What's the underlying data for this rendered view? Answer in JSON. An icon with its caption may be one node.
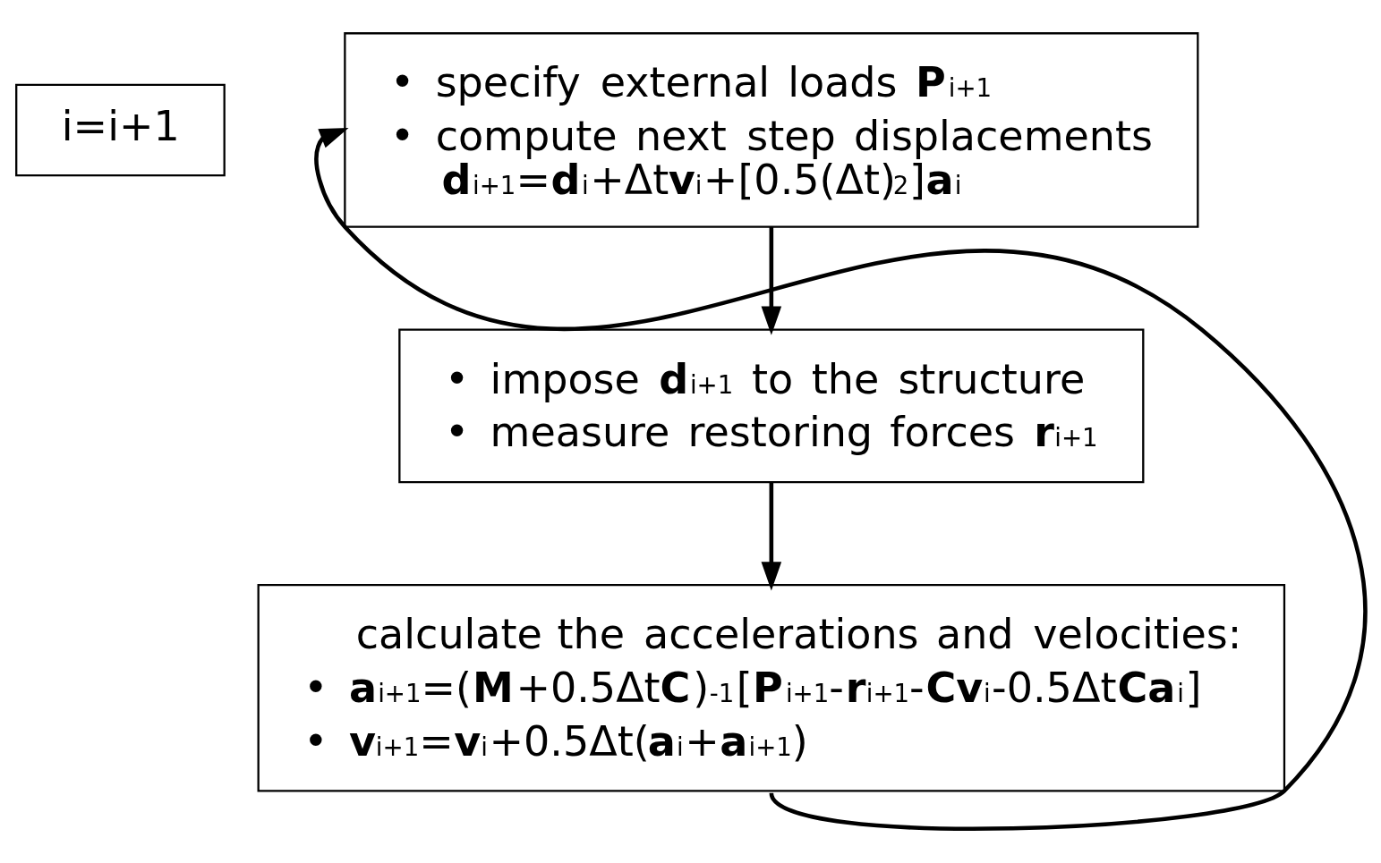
{
  "diagram": {
    "nodes": [
      {
        "text": [
          "• specify external loads **P**$_{i+1}$",
          "• compute next step displacements",
          "**d**$_{i+1}$=**d**$_{i}$+Δt**v**$_{i}$+[0.5(Δt)$^{2}$]**a**$_{i}$"
        ]
      },
      {
        "text": [
          "• impose **d**$_{i+1}$ to the structure",
          "• measure restoring forces **r**$_{i+1}$"
        ]
      },
      {
        "text": [
          "calculate the accelerations and velocities:",
          "• **a**$_{i+1}$=(**M**+0.5Δt**C**)$^{-1}$[**P**$_{i+1}$-**r**$_{i+1}$-**Cv**$_{i}$-0.5Δt**Ca**$_{i}$]",
          "• **v**$_{i+1}$=**v**$_{i}$+0.5Δt(**a**$_{i}$+**a**$_{i+1}$)"
        ]
      },
      {
        "text": [
          "i=i+1"
        ]
      }
    ],
    "edges": [
      {
        "from": 0,
        "to": 1,
        "arrow": "to"
      },
      {
        "from": 1,
        "to": 2,
        "arrow": "to"
      },
      {
        "from": 2,
        "to": 0,
        "arrow": "to"
      }
    ]
  }
}
